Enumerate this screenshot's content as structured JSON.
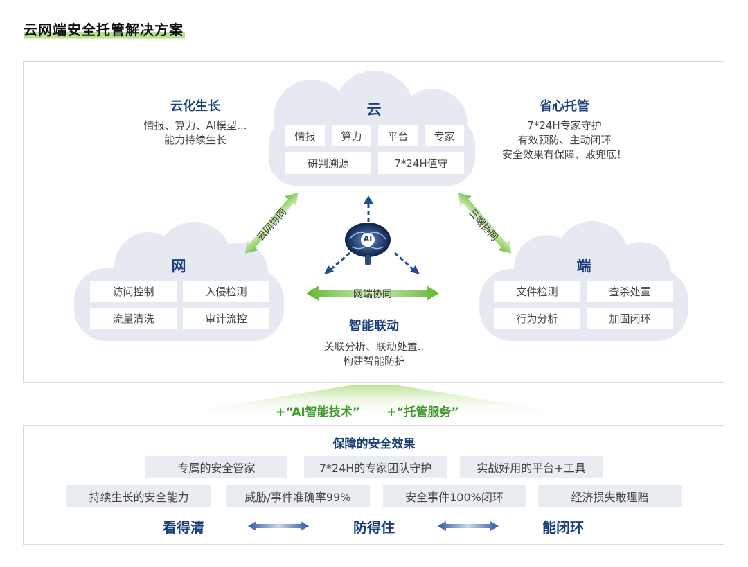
{
  "page_title": "云网端安全托管解决方案",
  "cloud_center": {
    "title": "云",
    "chips": [
      "情报",
      "算力",
      "平台",
      "专家",
      "研判溯源",
      "7*24H值守"
    ]
  },
  "cloud_left": {
    "title": "网",
    "chips": [
      "访问控制",
      "入侵检测",
      "流量清洗",
      "审计流控"
    ]
  },
  "cloud_right": {
    "title": "端",
    "chips": [
      "文件检测",
      "查杀处置",
      "行为分析",
      "加固闭环"
    ]
  },
  "growth": {
    "title": "云化生长",
    "lines": [
      "情报、算力、AI模型...",
      "能力持续生长"
    ]
  },
  "managed": {
    "title": "省心托管",
    "lines": [
      "7*24H专家守护",
      "有效预防、主动闭环",
      "安全效果有保障、敢兜底！"
    ]
  },
  "arrows": {
    "cloud_net": "云网协同",
    "cloud_end": "云端协同",
    "net_end": "网端协同"
  },
  "ai_badge": "AI",
  "linkage": {
    "title": "智能联动",
    "lines": [
      "关联分析、联动处置..",
      "构建智能防护"
    ]
  },
  "plus": {
    "ai_tech": "+“AI智能技术”",
    "managed_service": "+“托管服务”"
  },
  "effects": {
    "title": "保障的安全效果",
    "row1": [
      "专属的安全管家",
      "7*24H的专家团队守护",
      "实战好用的平台+工具"
    ],
    "row2": [
      "持续生长的安全能力",
      "威胁/事件准确率99%",
      "安全事件100%闭环",
      "经济损失敢理赔"
    ],
    "stages": [
      "看得清",
      "防得住",
      "能闭环"
    ]
  },
  "colors": {
    "navy": "#1a3f7a",
    "green": "#6cc24a",
    "cloud": "#e6e9f2"
  }
}
